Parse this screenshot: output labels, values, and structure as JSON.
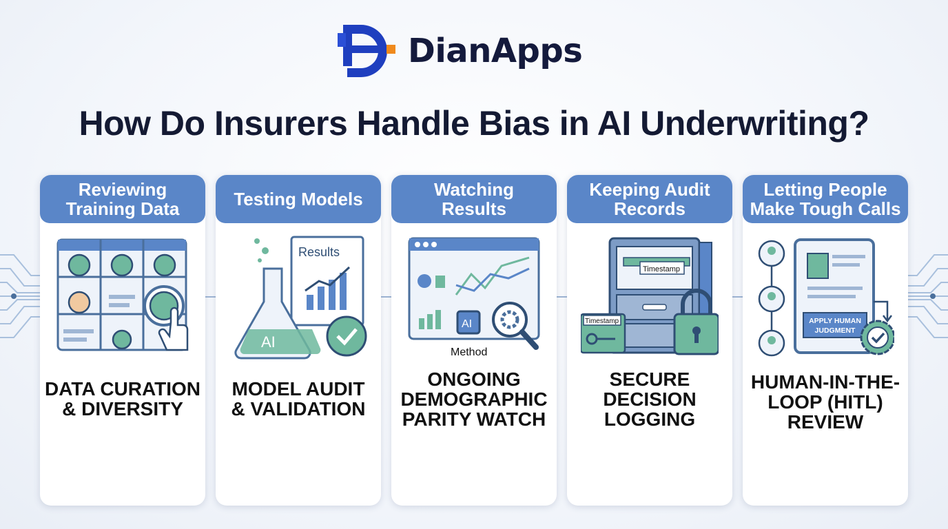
{
  "brand": {
    "name": "DianApps",
    "colors": {
      "primary_blue": "#1f3fbf",
      "accent_orange": "#f08a1c",
      "navy": "#141a3c"
    }
  },
  "title": "How Do Insurers Handle Bias in AI Underwriting?",
  "colors": {
    "card_header": "#5a86c8",
    "teal": "#6fb89e",
    "slate": "#4a6f9c",
    "light_blue": "#dde8f6"
  },
  "cards": [
    {
      "header": [
        "Reviewing",
        "Training Data"
      ],
      "label": [
        "DATA CURATION",
        "& DIVERSITY"
      ],
      "icons": [
        "profile-grid-icon",
        "pointing-hand-icon"
      ]
    },
    {
      "header": [
        "Testing Models"
      ],
      "label": [
        "MODEL AUDIT",
        "& VALIDATION"
      ],
      "icons": [
        "flask-icon",
        "results-report-icon",
        "check-badge-icon"
      ],
      "illus_text": {
        "flask": "AI",
        "doc": "Results"
      }
    },
    {
      "header": [
        "Watching",
        "Results"
      ],
      "label": [
        "ONGOING",
        "DEMOGRAPHIC",
        "PARITY WATCH"
      ],
      "icons": [
        "dashboard-icon",
        "ai-chip-icon",
        "magnifier-gear-icon"
      ],
      "illus_text": {
        "chip": "AI",
        "caption": "Method"
      }
    },
    {
      "header": [
        "Keeping Audit",
        "Records"
      ],
      "label": [
        "SECURE",
        "DECISION",
        "LOGGING"
      ],
      "icons": [
        "filing-cabinet-icon",
        "key-card-icon",
        "padlock-icon"
      ],
      "illus_text": {
        "tab1": "Timestamp",
        "tab2": "Timestamp"
      }
    },
    {
      "header": [
        "Letting People",
        "Make Tough Calls"
      ],
      "label": [
        "HUMAN-IN-THE-",
        "LOOP (HITL)",
        "REVIEW"
      ],
      "icons": [
        "people-chain-icon",
        "tablet-icon",
        "approval-badge-icon"
      ],
      "illus_text": {
        "line1": "APPLY HUMAN",
        "line2": "JUDGMENT"
      }
    }
  ]
}
